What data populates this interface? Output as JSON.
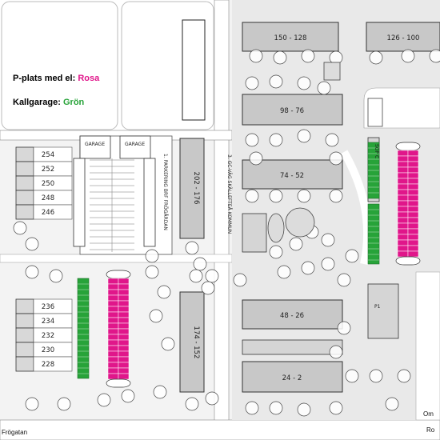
{
  "legend": {
    "ev_label": "P-plats med el:",
    "ev_color_word": "Rosa",
    "garage_label": "Kallgarage:",
    "garage_color_word": "Grön"
  },
  "colors": {
    "ev_parking": "#e0168a",
    "cold_garage": "#27a339",
    "building": "#c8c8c8",
    "tree": "#ffffff",
    "road": "#ffffff"
  },
  "buildings": {
    "b150": "150 - 128",
    "b126": "126 - 100",
    "b98": "98 - 76",
    "b74": "74 - 52",
    "b48": "48 - 26",
    "b24": "24 - 2",
    "b202": "202 - 176",
    "b174": "174 - 152"
  },
  "row_houses": {
    "top": [
      "254",
      "252",
      "250",
      "248",
      "246"
    ],
    "bottom": [
      "236",
      "234",
      "232",
      "230",
      "228"
    ]
  },
  "roads": {
    "main": "Frögatan",
    "parking_vertical": "1. PARKERING BRF FRÖGÅRDAN",
    "walkway": "3. GC-VÄG SKÄLLEFTEÅ KOMMUN",
    "right_edge": "Om",
    "right_edge2": "Ro"
  },
  "small_labels": {
    "garage_tag": "GARAGE",
    "carport": "SOP C",
    "parking_tag": "P1"
  }
}
